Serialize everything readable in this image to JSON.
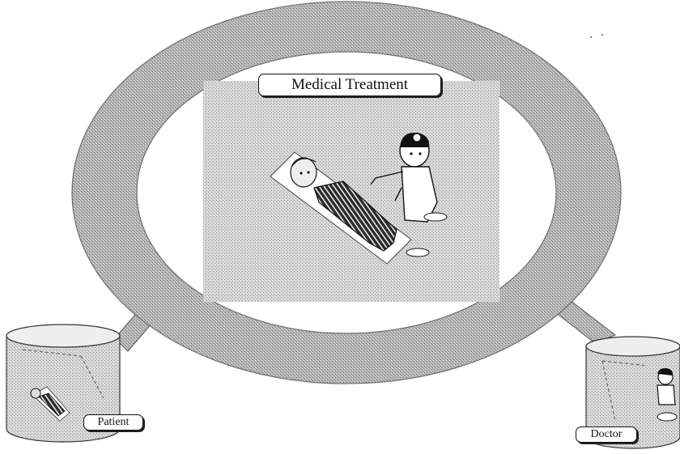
{
  "diagram": {
    "title": "Medical Treatment",
    "nodes": [
      {
        "id": "patient",
        "label": "Patient"
      },
      {
        "id": "doctor",
        "label": "Doctor"
      }
    ],
    "central_scene": "Medical Treatment",
    "colors": {
      "ring": "#a9a9a9",
      "panel": "#cfcfcf",
      "ink": "#111111",
      "background": "#ffffff"
    }
  }
}
